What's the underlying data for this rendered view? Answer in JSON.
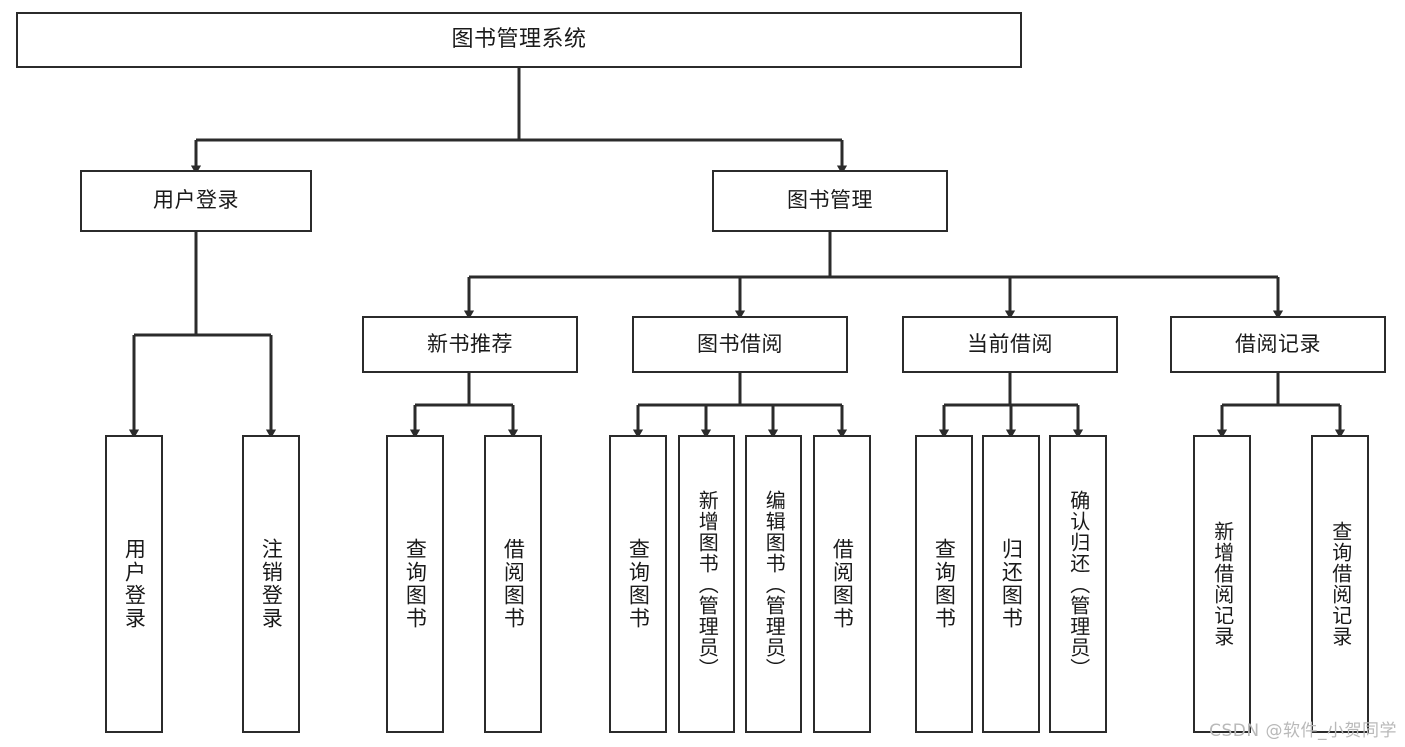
{
  "diagram": {
    "title": "图书管理系统",
    "type": "tree",
    "watermark": "CSDN @软件_小贺同学",
    "colors": {
      "stroke": "#2b2b2b",
      "fill": "#ffffff",
      "text": "#1a1a1a",
      "watermark": "#b9b9b9"
    },
    "levels": {
      "root": "图书管理系统",
      "level1": [
        "用户登录",
        "图书管理"
      ],
      "level2": [
        "新书推荐",
        "图书借阅",
        "当前借阅",
        "借阅记录"
      ]
    },
    "nodes": {
      "root": "图书管理系统",
      "user_login": "用户登录",
      "book_manage": "图书管理",
      "new_book_rec": "新书推荐",
      "book_borrow": "图书借阅",
      "current_borrow": "当前借阅",
      "borrow_record": "借阅记录",
      "leaf_user_login": "用户登录",
      "leaf_logout": "注销登录",
      "leaf_query_book_1": "查询图书",
      "leaf_borrow_book_1": "借阅图书",
      "leaf_query_book_2": "查询图书",
      "leaf_add_book_admin": "新增图书（管理员）",
      "leaf_edit_book_admin": "编辑图书（管理员）",
      "leaf_borrow_book_2": "借阅图书",
      "leaf_query_book_3": "查询图书",
      "leaf_return_book": "归还图书",
      "leaf_confirm_return_admin": "确认归还（管理员）",
      "leaf_add_borrow_record": "新增借阅记录",
      "leaf_query_borrow_record": "查询借阅记录"
    },
    "edges": [
      {
        "from": "图书管理系统",
        "to": "用户登录"
      },
      {
        "from": "图书管理系统",
        "to": "图书管理"
      },
      {
        "from": "用户登录",
        "to": "用户登录"
      },
      {
        "from": "用户登录",
        "to": "注销登录"
      },
      {
        "from": "图书管理",
        "to": "新书推荐"
      },
      {
        "from": "图书管理",
        "to": "图书借阅"
      },
      {
        "from": "图书管理",
        "to": "当前借阅"
      },
      {
        "from": "图书管理",
        "to": "借阅记录"
      },
      {
        "from": "新书推荐",
        "to": "查询图书"
      },
      {
        "from": "新书推荐",
        "to": "借阅图书"
      },
      {
        "from": "图书借阅",
        "to": "查询图书"
      },
      {
        "from": "图书借阅",
        "to": "新增图书（管理员）"
      },
      {
        "from": "图书借阅",
        "to": "编辑图书（管理员）"
      },
      {
        "from": "图书借阅",
        "to": "借阅图书"
      },
      {
        "from": "当前借阅",
        "to": "查询图书"
      },
      {
        "from": "当前借阅",
        "to": "归还图书"
      },
      {
        "from": "当前借阅",
        "to": "确认归还（管理员）"
      },
      {
        "from": "借阅记录",
        "to": "新增借阅记录"
      },
      {
        "from": "借阅记录",
        "to": "查询借阅记录"
      }
    ]
  }
}
